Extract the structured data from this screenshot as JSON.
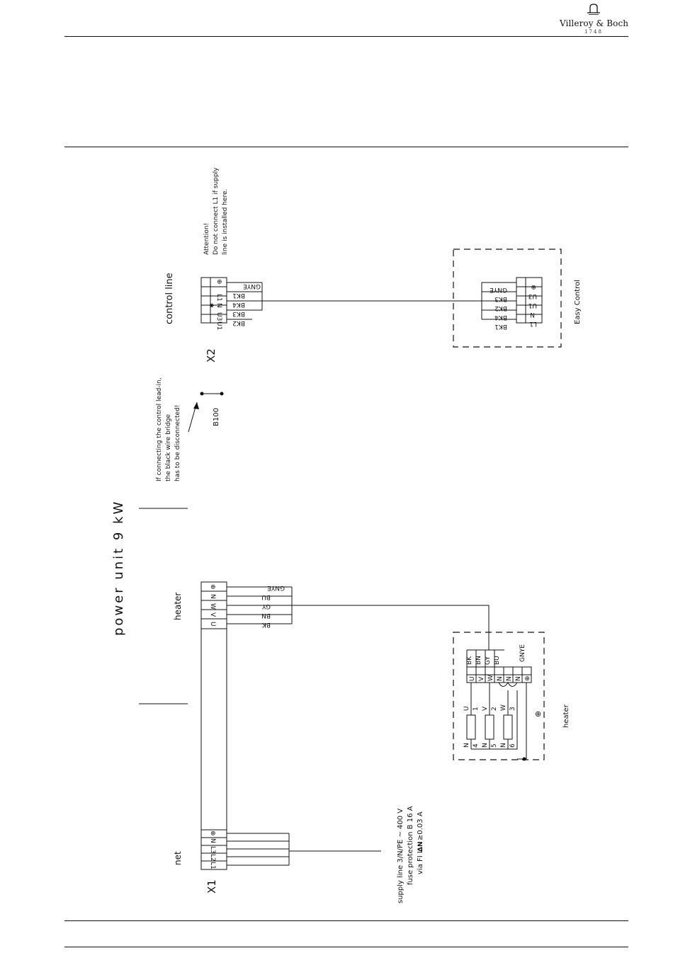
{
  "brand": {
    "name": "Villeroy & Boch",
    "year": "1748"
  },
  "title": "power unit 9 kW",
  "control": {
    "block_label": "control line",
    "terminal_block": "X2",
    "terminals": [
      "U1",
      "U3",
      "N",
      "L1",
      "⊕"
    ],
    "terminal_note": "✱",
    "wires": [
      "BK2",
      "BK3",
      "BK4",
      "BK1",
      "GNYE"
    ],
    "attention_lines": [
      "Attention!",
      "Do not connect L1 if supply",
      "line is installed here."
    ]
  },
  "bridge": {
    "label": "B100",
    "note_lines": [
      "If connecting the control lead-in,",
      "the black wire bridge",
      "has to be disconnected!"
    ]
  },
  "easy_control": {
    "label": "Easy Control",
    "terminals": [
      "L1",
      "N",
      "U1",
      "U3",
      "⊕"
    ],
    "wires": [
      "BK1",
      "BK4",
      "BK2",
      "BK3",
      "GNYE"
    ]
  },
  "heater_block": {
    "label": "heater",
    "terminals": [
      "U",
      "V",
      "W",
      "N",
      "⊕"
    ],
    "wires": [
      "BK",
      "BN",
      "GY",
      "BU",
      "GNYE"
    ]
  },
  "net_block": {
    "label": "net",
    "terminal_block": "X1",
    "terminals": [
      "L1",
      "L2",
      "L3",
      "N",
      "⊕"
    ]
  },
  "heater_unit": {
    "label": "heater",
    "wire_labels": [
      "BK",
      "BN",
      "GY",
      "BU",
      "GNYE"
    ],
    "terminals": [
      "U",
      "V",
      "W",
      "N",
      "N",
      "N",
      "⊕"
    ],
    "element_top": [
      "U",
      "V",
      "W"
    ],
    "element_numbers_top": [
      "1",
      "2",
      "3"
    ],
    "element_bottom": [
      "N",
      "N",
      "N"
    ],
    "element_numbers_bottom": [
      "4",
      "5",
      "6"
    ],
    "earth_symbol": "⊕"
  },
  "supply": {
    "lines": [
      "supply line 3/N/PE ~ 400 V",
      "fuse protection B 16 A",
      "via FI I"
    ],
    "fi_symbol": "ΔN",
    "fi_value": "≥0.03 A"
  }
}
